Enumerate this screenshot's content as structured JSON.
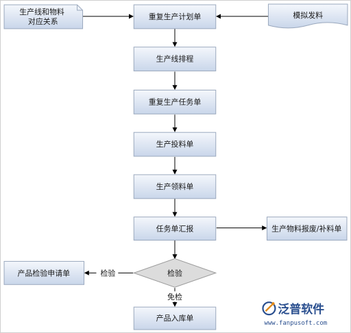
{
  "nodes": {
    "repeat_plan": "重复生产计划单",
    "line_material": "生产线和物料\n对应关系",
    "simulate_issue": "模拟发料",
    "line_schedule": "生产线排程",
    "repeat_task": "重复生产任务单",
    "material_feed": "生产投料单",
    "material_pick": "生产领料单",
    "task_report": "任务单汇报",
    "scrap_supplement": "生产物料报废/补料单",
    "inspection": "检验",
    "inspection_request": "产品检验申请单",
    "product_stock_in": "产品入库单"
  },
  "edges": {
    "to_inspection_request": "检验",
    "to_stock_in": "免检"
  },
  "logo": {
    "name": "泛普软件",
    "url": "www.fanpusoft.com"
  },
  "colors": {
    "box_fill_top": "#f4f7fc",
    "box_fill_bottom": "#c9d6ea",
    "box_stroke": "#9aa8bd",
    "line": "#000000",
    "logo": "#2a4f8f"
  }
}
